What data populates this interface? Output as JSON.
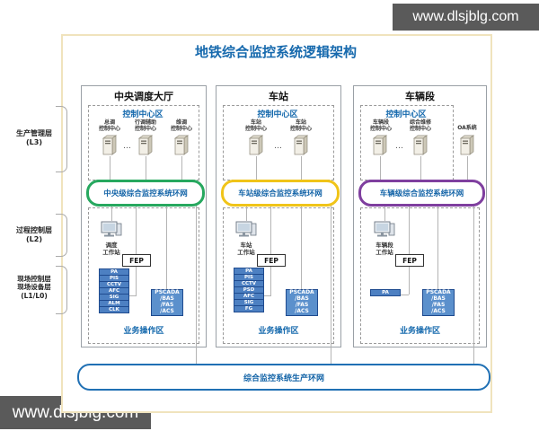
{
  "watermarks": {
    "top_right": "www.dlsjblg.com",
    "bottom_left": "www.dlsjblg.com"
  },
  "title": "地铁综合监控系统逻辑架构",
  "layers": [
    {
      "label": "生产管理层\n(L3)"
    },
    {
      "label": "过程控制层\n(L2)"
    },
    {
      "label": "现场控制层\n现场设备层\n(L1/L0)"
    }
  ],
  "columns": [
    {
      "header": "中央调度大厅",
      "control_zone": {
        "label": "控制中心区",
        "servers": [
          "总调\n控制中心",
          "行调辅助\n控制中心",
          "维调\n控制中心"
        ],
        "ellipsis": "…"
      },
      "ring": {
        "label": "中央级综合监控系统环网",
        "border_color": "#27a85f"
      },
      "ops_zone": {
        "label": "业务操作区",
        "workstation": "调度\n工作站",
        "fep": "FEP",
        "stack": [
          "PA",
          "PIS",
          "CCTV",
          "AFC",
          "SIG",
          "ALM",
          "CLK"
        ],
        "servers_box": "PSCADA\n/BAS\n/FAS\n/ACS"
      }
    },
    {
      "header": "车站",
      "control_zone": {
        "label": "控制中心区",
        "servers": [
          "车站\n控制中心",
          "车站\n控制中心"
        ],
        "ellipsis": "…"
      },
      "ring": {
        "label": "车站级综合监控系统环网",
        "border_color": "#f0c419"
      },
      "ops_zone": {
        "label": "业务操作区",
        "workstation": "车站\n工作站",
        "fep": "FEP",
        "stack": [
          "PA",
          "PIS",
          "CCTV",
          "PSD",
          "AFC",
          "SIG",
          "FG"
        ],
        "servers_box": "PSCADA\n/BAS\n/FAS\n/ACS"
      }
    },
    {
      "header": "车辆段",
      "control_zone": {
        "label": "控制中心区",
        "servers": [
          "车辆段\n控制中心",
          "综合维修\n控制中心"
        ],
        "ellipsis": "…",
        "oa_server": "OA系统"
      },
      "ring": {
        "label": "车辆级综合监控系统环网",
        "border_color": "#7f3f9f"
      },
      "ops_zone": {
        "label": "业务操作区",
        "workstation": "车辆段\n工作站",
        "fep": "FEP",
        "stack": [
          "PA"
        ],
        "servers_box": "PSCADA\n/BAS\n/FAS\n/ACS"
      }
    }
  ],
  "bottom_ring": {
    "label": "综合监控系统生产环网",
    "border_color": "#2070b4"
  },
  "colors": {
    "accent_blue": "#1565a8",
    "title_blue": "#1669ad",
    "ring_central": "#27a85f",
    "ring_station": "#f0c419",
    "ring_depot": "#7f3f9f",
    "ring_production": "#2070b4",
    "subsystem_box_blue": "#4d80c2",
    "watermark_bg": "#5a5a5a"
  }
}
